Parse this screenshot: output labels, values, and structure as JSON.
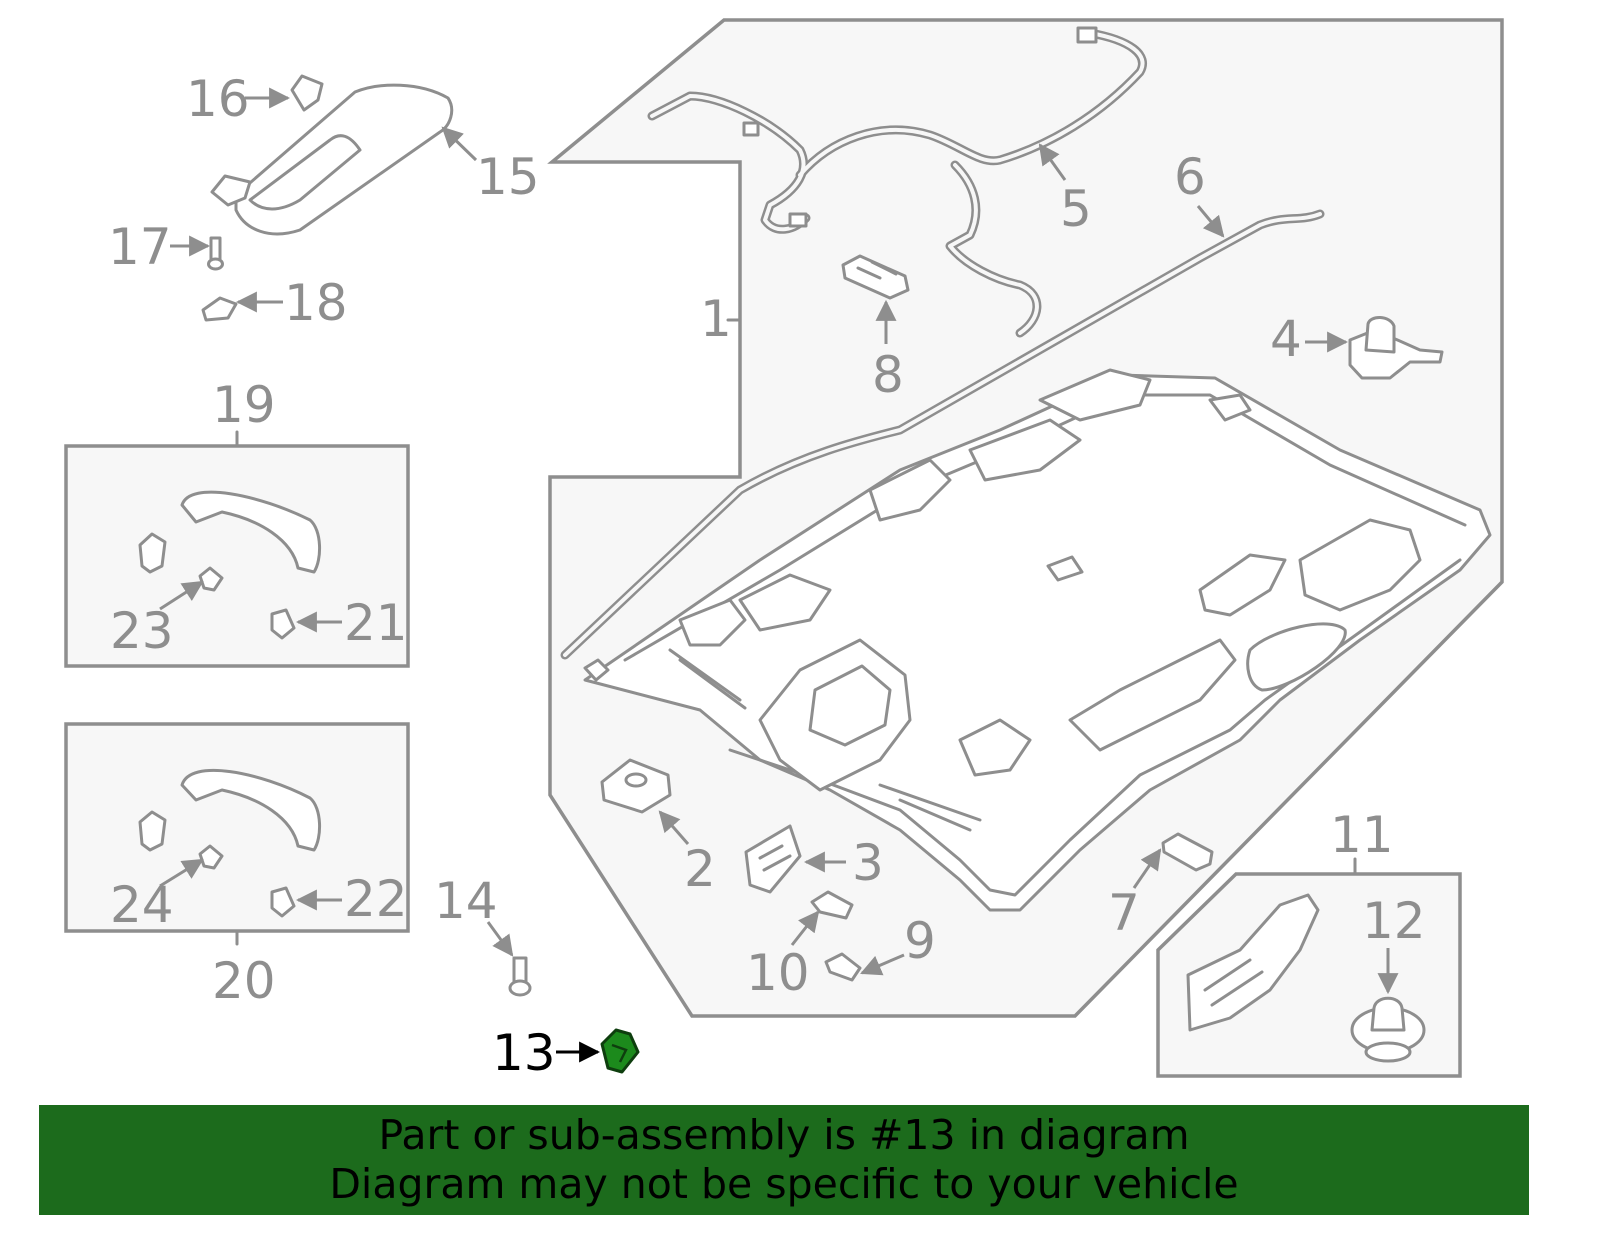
{
  "diagram": {
    "callouts": {
      "c1": "1",
      "c2": "2",
      "c3": "3",
      "c4": "4",
      "c5": "5",
      "c6": "6",
      "c7": "7",
      "c8": "8",
      "c9": "9",
      "c10": "10",
      "c11": "11",
      "c12": "12",
      "c13": "13",
      "c14": "14",
      "c15": "15",
      "c16": "16",
      "c17": "17",
      "c18": "18",
      "c19": "19",
      "c20": "20",
      "c21": "21",
      "c22": "22",
      "c23": "23",
      "c24": "24"
    },
    "highlighted_part": "13",
    "colors": {
      "line": "#8e8e8e",
      "frame_fill": "#f7f7f7",
      "highlight": "#1c8a1c",
      "banner": "#1c6b1c"
    }
  },
  "banner": {
    "line1": "Part or sub-assembly is #13 in diagram",
    "line2": "Diagram may not be specific to your vehicle"
  }
}
